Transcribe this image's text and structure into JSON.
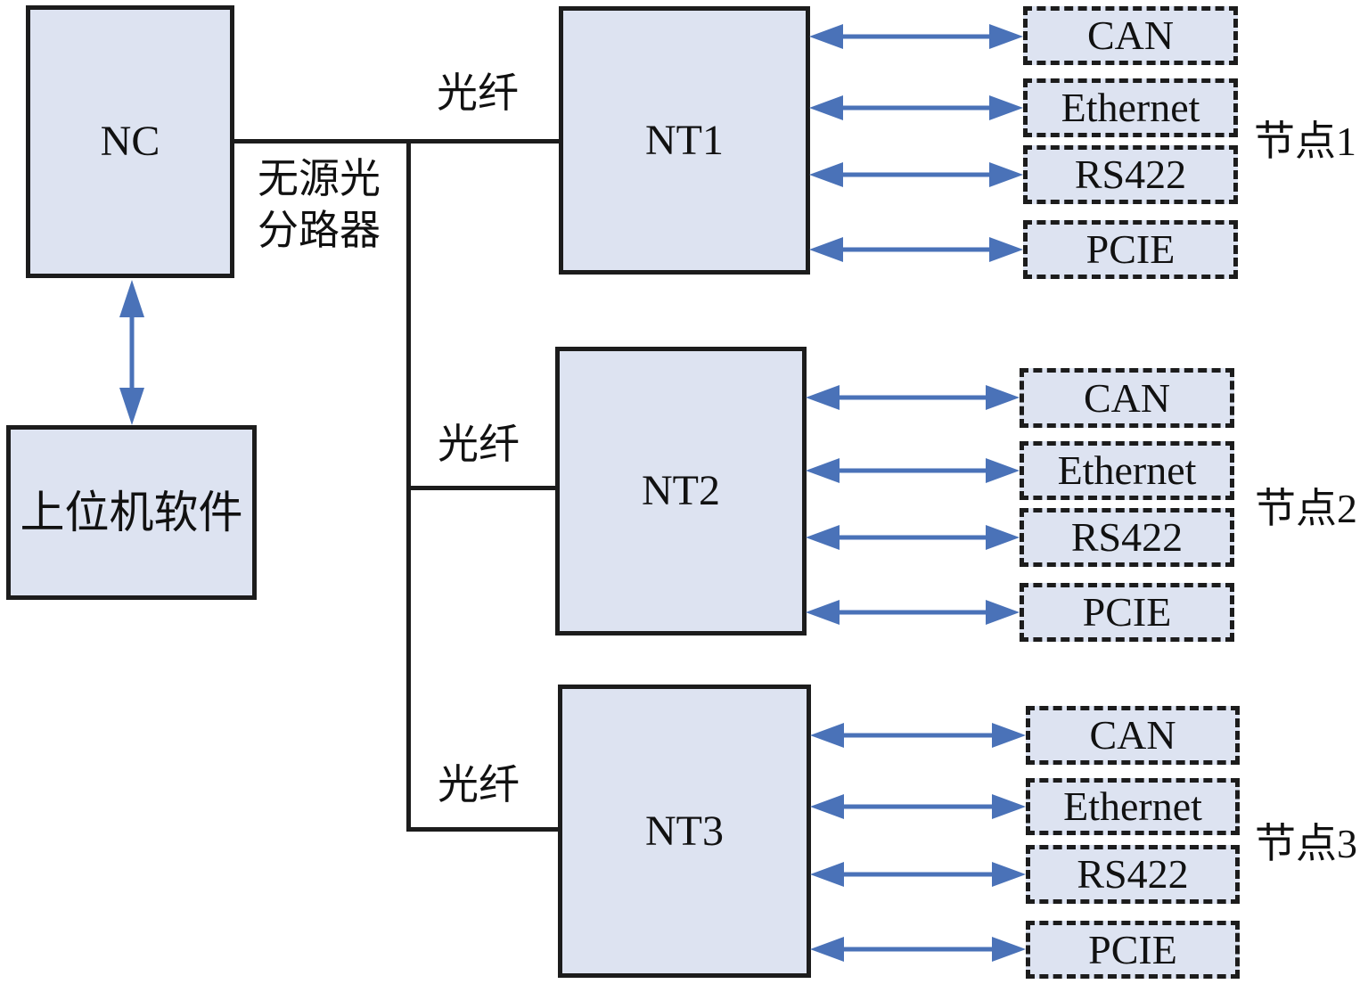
{
  "diagram": {
    "nc_label": "NC",
    "host_label": "上位机软件",
    "splitter_label_line1": "无源光",
    "splitter_label_line2": "分路器",
    "fiber_labels": [
      "光纤",
      "光纤",
      "光纤"
    ],
    "nodes": [
      {
        "nt_label": "NT1",
        "node_label": "节点1",
        "interfaces": [
          "CAN",
          "Ethernet",
          "RS422",
          "PCIE"
        ]
      },
      {
        "nt_label": "NT2",
        "node_label": "节点2",
        "interfaces": [
          "CAN",
          "Ethernet",
          "RS422",
          "PCIE"
        ]
      },
      {
        "nt_label": "NT3",
        "node_label": "节点3",
        "interfaces": [
          "CAN",
          "Ethernet",
          "RS422",
          "PCIE"
        ]
      }
    ],
    "colors": {
      "arrow_blue": "#4a72b8",
      "box_fill": "#dde3f1",
      "line_black": "#1c1c1c"
    }
  }
}
